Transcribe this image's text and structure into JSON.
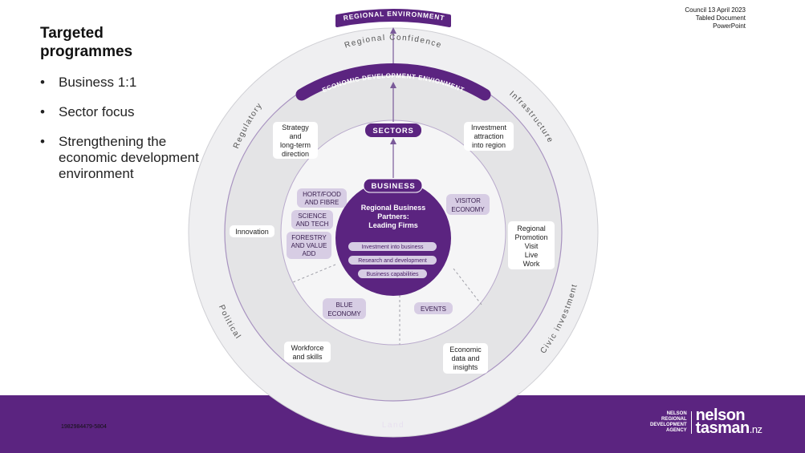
{
  "slide": {
    "title_line1": "Targeted",
    "title_line2": "programmes",
    "bullets": [
      "Business 1:1",
      "Sector focus",
      "Strengthening the economic development environment"
    ],
    "council_line1": "Council 13 April 2023",
    "council_line2": "Tabled Document",
    "council_line3": "PowerPoint",
    "doc_id": "1982984479-5804"
  },
  "diagram": {
    "outer_labels": {
      "regional_confidence": "Regional Confidence",
      "regulatory": "Regulatory",
      "infrastructure": "Infrastructure",
      "political": "Political",
      "civic_investment": "Civic investment",
      "land": "Land"
    },
    "banners": {
      "regional_environment": "REGIONAL ENVIRONMENT",
      "economic_development": "ECONOMIC DEVELOPMENT ENVIONMENT",
      "sectors": "SECTORS",
      "business": "BUSINESS"
    },
    "ring_boxes": {
      "strategy": [
        "Strategy",
        "and",
        "long-term",
        "direction"
      ],
      "investment_attraction": [
        "Investment",
        "attraction",
        "into region"
      ],
      "innovation": [
        "Innovation"
      ],
      "regional_promotion": [
        "Regional",
        "Promotion",
        "Visit",
        "Live",
        "Work"
      ],
      "workforce": [
        "Workforce",
        "and skills"
      ],
      "economic_data": [
        "Economic",
        "data and",
        "insights"
      ]
    },
    "sector_pills": {
      "hort": [
        "HORT/FOOD",
        "AND FIBRE"
      ],
      "science": [
        "SCIENCE",
        "AND TECH"
      ],
      "forestry": [
        "FORESTRY",
        "AND VALUE",
        "ADD"
      ],
      "visitor": [
        "VISITOR",
        "ECONOMY"
      ],
      "blue": [
        "BLUE",
        "ECONOMY"
      ],
      "events": [
        "EVENTS"
      ]
    },
    "core": {
      "heading": [
        "Regional Business",
        "Partners:",
        "Leading Firms"
      ],
      "items": [
        "Investment into business",
        "Research and development",
        "Business capabilities"
      ]
    }
  },
  "logo": {
    "agency_lines": [
      "NELSON",
      "REGIONAL",
      "DEVELOPMENT",
      "AGENCY"
    ],
    "brand": "nelson",
    "brand2": "tasman",
    "brand_suffix": ".nz"
  },
  "colors": {
    "purple": "#5b2480",
    "pill": "#d7cde4",
    "ring": "#e4e4e6"
  }
}
